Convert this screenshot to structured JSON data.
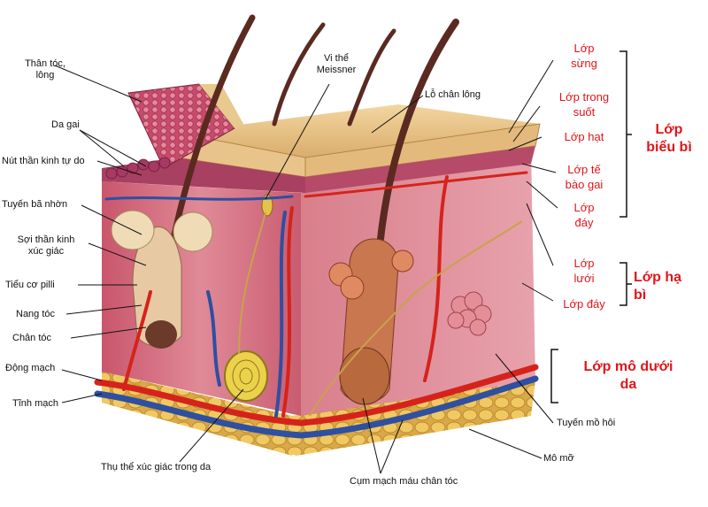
{
  "left_labels": {
    "than_toc": "Thân tóc,",
    "than_toc2": "lông",
    "da_gai": "Da gai",
    "nut_than_kinh": "Nút thần kinh tự do",
    "tuyen_ba_nhon": "Tuyến bã nhờn",
    "soi_than_kinh": "Sợi thần kinh",
    "soi_than_kinh2": "xúc giác",
    "tieu_co": "Tiểu cơ pilli",
    "nang_toc": "Nang tóc",
    "chan_toc": "Chân tóc",
    "dong_mach": "Động mạch",
    "tinh_mach": "Tĩnh mạch"
  },
  "top_labels": {
    "vi_the": "Vi thể",
    "meissner": "Meissner",
    "lo_chan_long": "Lỗ chân lông"
  },
  "bottom_labels": {
    "thu_the": "Thụ thể xúc giác trong da",
    "cum_mach": "Cụm mạch máu chân tóc",
    "tuyen_mo_hoi": "Tuyến mồ hôi",
    "mo_mo": "Mô mỡ"
  },
  "layer_labels": {
    "lop_sung": [
      "Lớp",
      "sừng"
    ],
    "lop_trong_suot": [
      "Lớp trong",
      "suốt"
    ],
    "lop_hat": "Lớp hạt",
    "lop_te_bao_gai": [
      "Lớp tế",
      "bào gai"
    ],
    "lop_day": [
      "Lớp",
      "đáy"
    ],
    "lop_luoi": [
      "Lớp",
      "lưới"
    ],
    "lop_day2": "Lớp đáy"
  },
  "group_labels": {
    "bieu_bi": [
      "Lớp",
      "biểu bì"
    ],
    "ha_bi": [
      "Lớp hạ",
      "bì"
    ],
    "mo_duoi_da": [
      "Lớp mô dưới",
      "da"
    ]
  },
  "colors": {
    "accent_red": "#e0151b",
    "skin_top": "#e8c489",
    "dermis": "#d66e80",
    "fat": "#eec35c",
    "artery": "#d5231c",
    "vein": "#2f4fa0"
  }
}
